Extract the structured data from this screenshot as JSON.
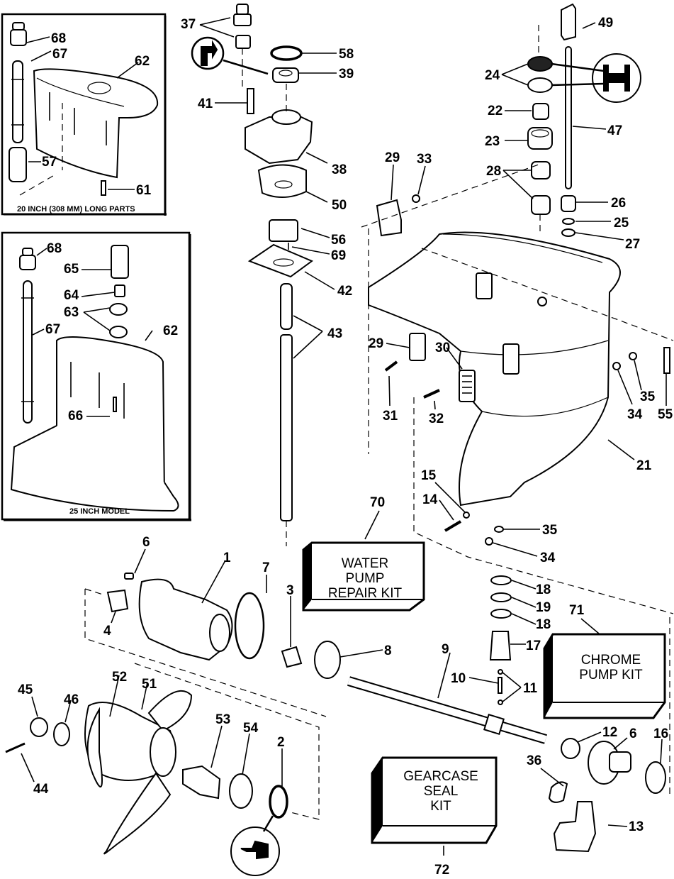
{
  "diagram": {
    "title": "Gearcase exploded parts diagram",
    "insets": [
      {
        "id": "inset-20-inch",
        "caption": "20 INCH (308 MM) LONG PARTS",
        "callouts": [
          "68",
          "67",
          "62",
          "57",
          "61"
        ]
      },
      {
        "id": "inset-25-inch",
        "caption": "25 INCH MODEL",
        "callouts": [
          "68",
          "65",
          "64",
          "63",
          "67",
          "62",
          "66"
        ]
      }
    ],
    "kits": [
      {
        "callout": "70",
        "lines": [
          "WATER",
          "PUMP",
          "REPAIR KIT"
        ]
      },
      {
        "callout": "71",
        "lines": [
          "CHROME",
          "PUMP KIT"
        ]
      },
      {
        "callout": "72",
        "lines": [
          "GEARCASE",
          "SEAL",
          "KIT"
        ]
      }
    ],
    "callouts": {
      "c37": "37",
      "c58": "58",
      "c39": "39",
      "c41": "41",
      "c38": "38",
      "c50": "50",
      "c56": "56",
      "c69": "69",
      "c42": "42",
      "c43": "43",
      "c49": "49",
      "c24": "24",
      "c22": "22",
      "c47": "47",
      "c23": "23",
      "c28": "28",
      "c26": "26",
      "c25": "25",
      "c27": "27",
      "c29a": "29",
      "c33": "33",
      "c29b": "29",
      "c30": "30",
      "c31": "31",
      "c32": "32",
      "c34a": "34",
      "c35a": "35",
      "c55": "55",
      "c21": "21",
      "c15": "15",
      "c14": "14",
      "c35b": "35",
      "c34b": "34",
      "c6a": "6",
      "c1": "1",
      "c7": "7",
      "c4": "4",
      "c3": "3",
      "c8": "8",
      "c9": "9",
      "c18a": "18",
      "c19": "19",
      "c18b": "18",
      "c17": "17",
      "c10": "10",
      "c11": "11",
      "c12": "12",
      "c6b": "6",
      "c16": "16",
      "c36": "36",
      "c13": "13",
      "c45": "45",
      "c46": "46",
      "c52": "52",
      "c51": "51",
      "c53": "53",
      "c54": "54",
      "c2": "2",
      "c44": "44"
    },
    "inset_labels": {
      "a68": "68",
      "a67": "67",
      "a62": "62",
      "a57": "57",
      "a61": "61",
      "b68": "68",
      "b65": "65",
      "b64": "64",
      "b63": "63",
      "b67": "67",
      "b62": "62",
      "b66": "66"
    }
  }
}
